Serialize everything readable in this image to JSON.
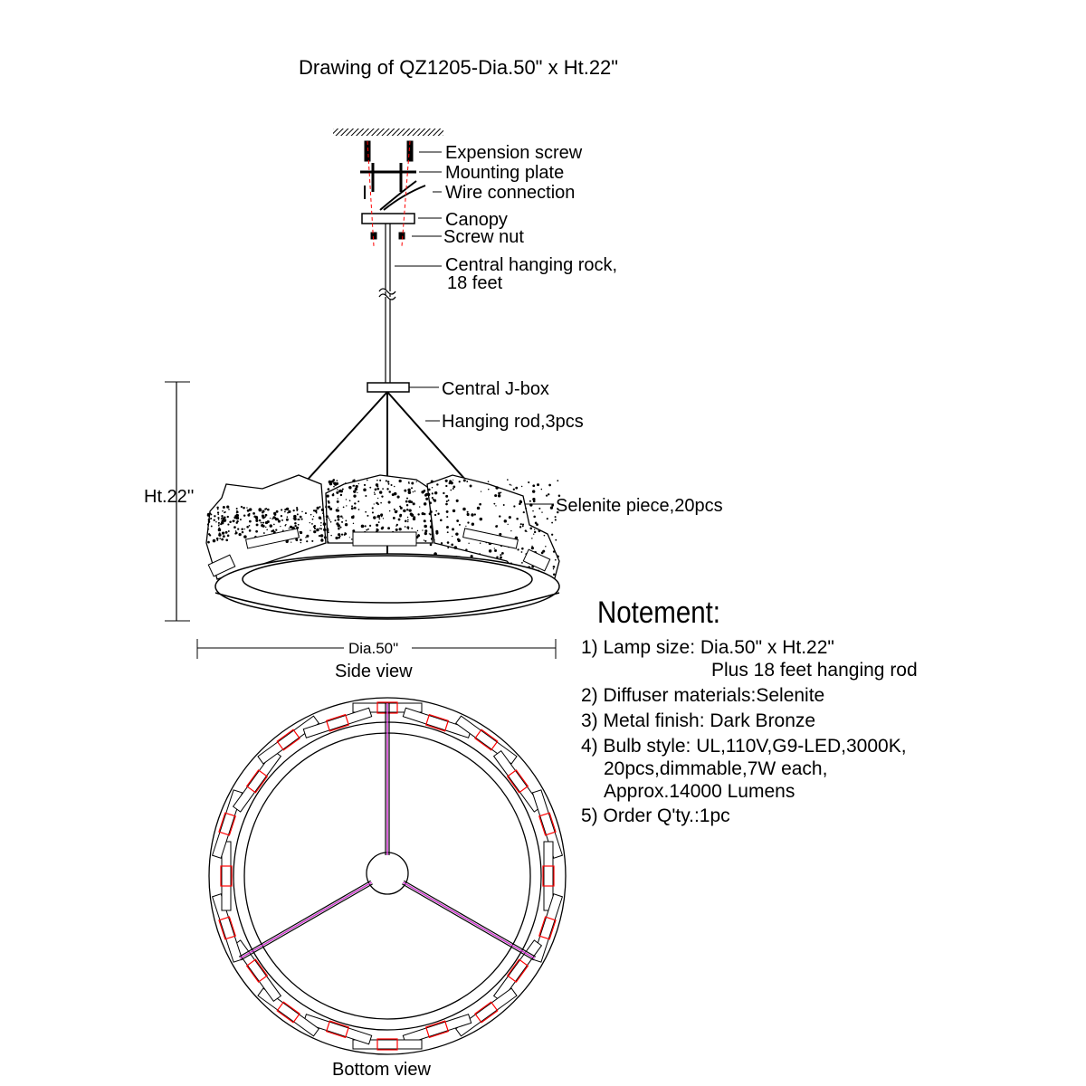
{
  "title": "Drawing of QZ1205-Dia.50\" x Ht.22\"",
  "parts": {
    "expansion_screw": "Expension screw",
    "mounting_plate": "Mounting plate",
    "wire_connection": "Wire connection",
    "canopy": "Canopy",
    "screw_nut": "Screw nut",
    "rod_line1": "Central hanging rock,",
    "rod_line2": "18 feet",
    "jbox": "Central J-box",
    "hanging_rod": "Hanging rod,3pcs",
    "selenite": "Selenite piece,20pcs"
  },
  "dimensions": {
    "height": "Ht.22''",
    "diameter": "Dia.50\""
  },
  "views": {
    "side": "Side view",
    "bottom": "Bottom view"
  },
  "notes": {
    "heading": "Notement:",
    "lines": [
      "1) Lamp size: Dia.50\" x Ht.22\"",
      "Plus 18 feet hanging rod",
      "2) Diffuser materials:Selenite",
      "3) Metal finish: Dark Bronze",
      "4) Bulb style: UL,110V,G9-LED,3000K,",
      "20pcs,dimmable,7W each,",
      "Approx.14000 Lumens",
      "5) Order Q'ty.:1pc"
    ]
  },
  "colors": {
    "line": "#000000",
    "bulb": "#ff0000",
    "wire": "#cc33cc"
  },
  "segment_count": 20
}
